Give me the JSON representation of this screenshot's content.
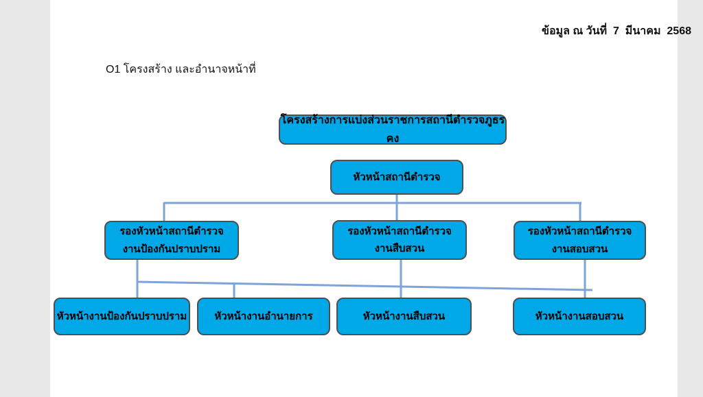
{
  "page": {
    "date_note": "ข้อมูล ณ วันที่  7  มีนาคม  2568",
    "title": "O1 โครงสร้าง และอำนาจหน้าที่"
  },
  "org_chart": {
    "chart_title": "โครงสร้างการแบ่งส่วนราชการสถานีตำรวจภูธรคง",
    "root": "หัวหน้าสถานีตำรวจ",
    "level2": [
      {
        "line1": "รองหัวหน้าสถานีตำรวจ",
        "line2": "งานป้องกันปราบปราม"
      },
      {
        "line1": "รองหัวหน้าสถานีตำรวจ",
        "line2": "งานสืบสวน"
      },
      {
        "line1": "รองหัวหน้าสถานีตำรวจ",
        "line2": "งานสอบสวน"
      }
    ],
    "level3": [
      "หัวหน้างานป้องกันปราบปราม",
      "หัวหน้างานอำนายการ",
      "หัวหน้างานสืบสวน",
      "หัวหน้างานสอบสวน"
    ],
    "colors": {
      "box_fill": "#00a8e8",
      "box_border": "#4f4f4f",
      "connector": "#7da3d8",
      "page_background": "#ffffff",
      "outer_background": "#e8e8e8"
    }
  }
}
